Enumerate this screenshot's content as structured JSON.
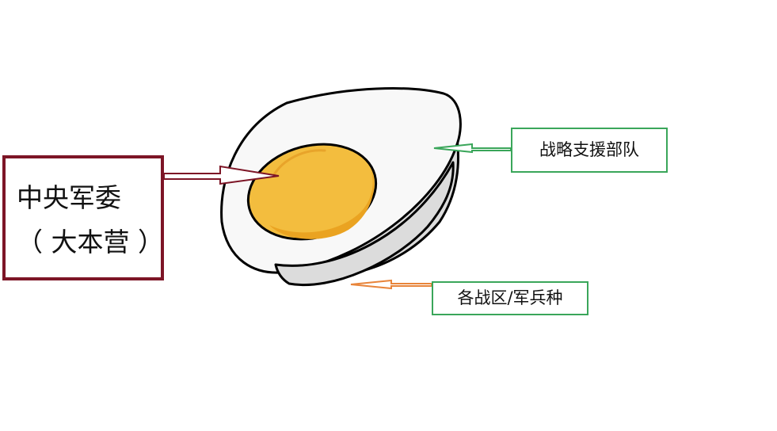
{
  "labels": {
    "central_line1": "中央军委",
    "central_line2": "（ 大本营 ）",
    "strategic_support": "战略支援部队",
    "theater_branches": "各战区/军兵种"
  },
  "colors": {
    "central_border": "#7d1526",
    "support_border": "#3aa65a",
    "orange_arrow": "#e8843a",
    "green_arrow": "#3aa65a",
    "yolk": "#f3bd3e",
    "yolk_shade": "#eaa321",
    "egg_white": "#f8f8f8",
    "egg_shadow": "#dcdcdc"
  },
  "icons": {
    "egg": "boiled-egg-half-icon"
  }
}
